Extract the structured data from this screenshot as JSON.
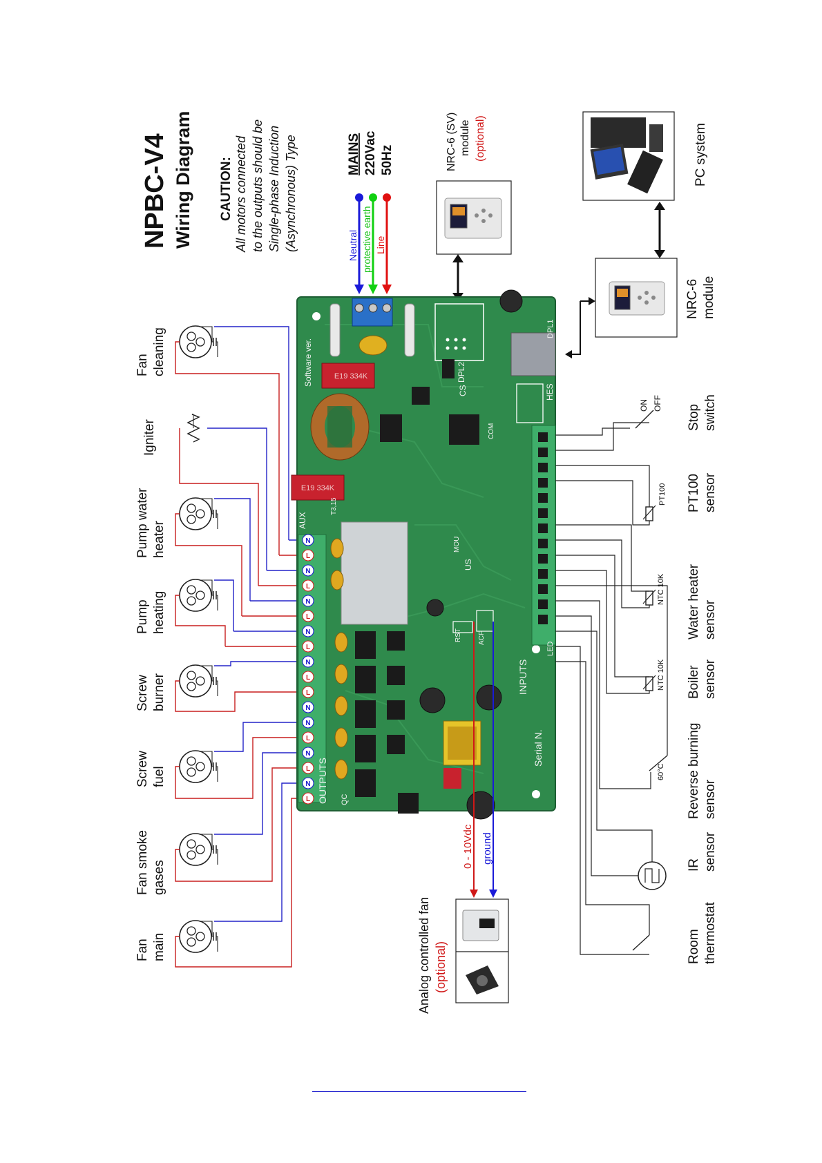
{
  "title": "NPBC-V4",
  "subtitle": "Wiring Diagram",
  "caution": {
    "heading": "CAUTION:",
    "lines": [
      "All motors connected",
      "to the outputs should be",
      "Single-phase Induction",
      "(Asynchronous) Type"
    ]
  },
  "mains": {
    "heading": "MAINS",
    "voltage": "220Vac",
    "frequency": "50Hz",
    "wires": [
      {
        "label": "Neutral",
        "color": "#1a1ad8"
      },
      {
        "label": "protective earth",
        "color": "#10d010"
      },
      {
        "label": "Line",
        "color": "#e01010"
      }
    ]
  },
  "outputs": [
    {
      "line1": "Fan",
      "line2": "cleaning",
      "symbol": "motor"
    },
    {
      "line1": "Igniter",
      "line2": "",
      "symbol": "resistor"
    },
    {
      "line1": "Pump water",
      "line2": "heater",
      "symbol": "motor"
    },
    {
      "line1": "Pump",
      "line2": "heating",
      "symbol": "motor"
    },
    {
      "line1": "Screw",
      "line2": "burner",
      "symbol": "motor"
    },
    {
      "line1": "Screw",
      "line2": "fuel",
      "symbol": "motor"
    },
    {
      "line1": "Fan smoke",
      "line2": "gases",
      "symbol": "motor"
    },
    {
      "line1": "Fan",
      "line2": "main",
      "symbol": "motor"
    }
  ],
  "inputs": [
    {
      "line1": "Stop",
      "line2": "switch",
      "tag": "ON / OFF"
    },
    {
      "line1": "PT100",
      "line2": "sensor",
      "tag": "PT100"
    },
    {
      "line1": "Water heater",
      "line2": "sensor",
      "tag": "NTC 10K"
    },
    {
      "line1": "Boiler",
      "line2": "sensor",
      "tag": "NTC 10K"
    },
    {
      "line1": "Reverse burning",
      "line2": "sensor",
      "tag": "60°C"
    },
    {
      "line1": "IR",
      "line2": "sensor",
      "tag": ""
    },
    {
      "line1": "Room",
      "line2": "thermostat",
      "tag": ""
    }
  ],
  "modules": {
    "nrc6sv": {
      "line1": "NRC-6 (SV)",
      "line2": "module",
      "optional": "(optional)"
    },
    "nrc6": {
      "line1": "NRC-6",
      "line2": "module"
    },
    "pc": {
      "label": "PC system"
    }
  },
  "analog_fan": {
    "label": "Analog controlled fan",
    "optional": "(optional)",
    "signal": "0 - 10Vdc",
    "ground": "ground"
  },
  "board": {
    "outputs_label": "OUTPUTS",
    "inputs_label": "INPUTS",
    "serial_label": "Serial N.",
    "software_label": "Software ver.",
    "aux_label": "AUX",
    "hes_label": "HES",
    "led_label": "LED",
    "dpl1_label": "DPL1",
    "dpl2_label": "DPL2",
    "cs_label": "CS",
    "us_label": "US",
    "acf_label": "ACF",
    "rst_label": "RST",
    "mou_label": "MOU",
    "qc_label": "QC",
    "com_label": "COM",
    "fuse_label": "T3,15",
    "cap_text": "E19 334K",
    "terminal_n": "N",
    "terminal_l": "L"
  },
  "colors": {
    "board_green": "#2f8a4c",
    "terminal_green": "#3fae6a",
    "wire_blue": "#2323c8",
    "wire_red": "#c81e1e",
    "optional_red": "#d01818"
  }
}
